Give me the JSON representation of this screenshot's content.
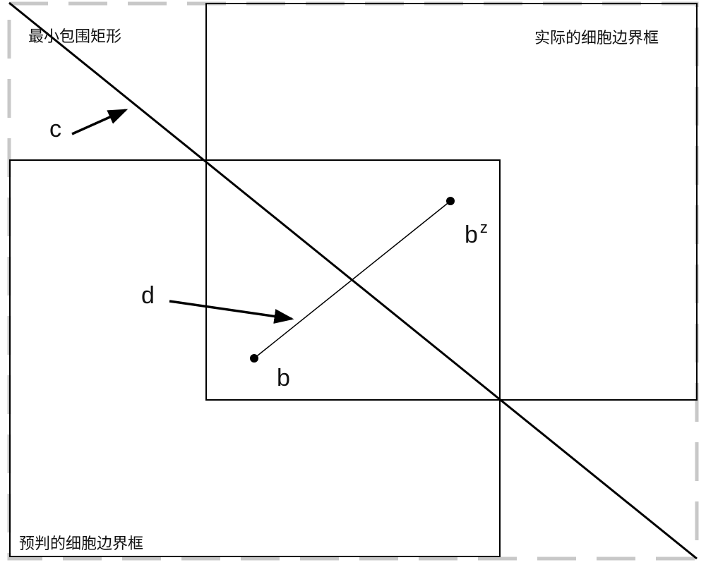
{
  "labels": {
    "min_bounding_rect": "最小包围矩形",
    "actual_box": "实际的细胞边界框",
    "predicted_box": "预判的细胞边界框",
    "c": "c",
    "d": "d",
    "b": "b",
    "bz_base": "b",
    "bz_sup": "z"
  },
  "colors": {
    "line": "#000000",
    "dashed_border": "#c8c8c8"
  }
}
